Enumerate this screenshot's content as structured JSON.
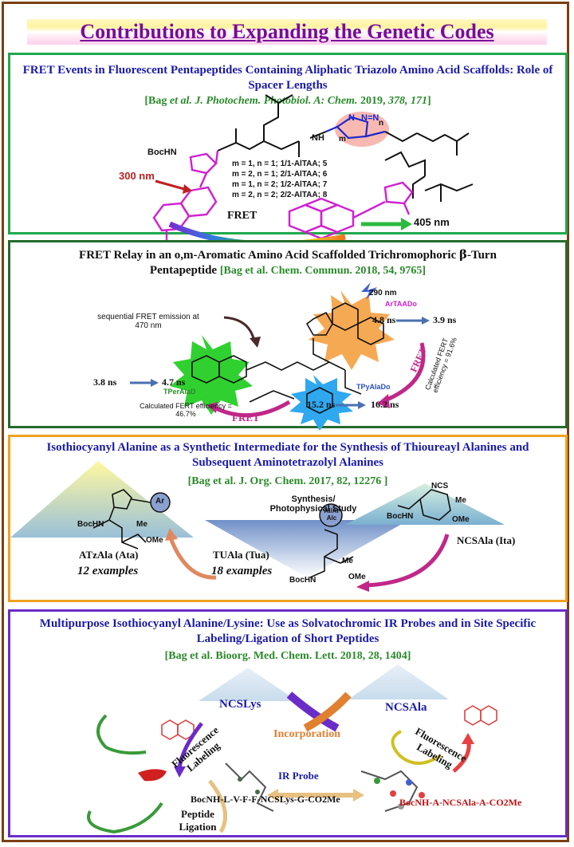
{
  "main_title": "Contributions to Expanding the Genetic Codes",
  "panel1": {
    "title": "FRET Events in Fluorescent Pentapeptides  Containing Aliphatic Triazolo Amino Acid Scaffolds: Role of Spacer Lengths",
    "ref_open": "[Bag ",
    "ref_etal": "et al",
    "ref_journal": ". J. Photochem. Photobiol. A: Chem.",
    "ref_year": " 2019, ",
    "ref_vol": "378, 171",
    "ref_close": "]",
    "boc_label": "BocHN",
    "series": [
      "m = 1, n = 1; 1/1-AlTAA; 5",
      "m = 2, n = 1; 2/1-AlTAA; 6",
      "m = 1, n = 2; 1/2-AlTAA; 7",
      "m = 2, n = 2; 2/2-AlTAA; 8"
    ],
    "nm300": "300 nm",
    "nm405": "405 nm",
    "fret": "FRET",
    "m_label": "m",
    "n_label": "n",
    "nh": "NH"
  },
  "panel2": {
    "title_a": "FRET Relay in an o,m-Aromatic Amino Acid Scaffolded Trichromophoric ",
    "beta": "β",
    "title_b": "-Turn",
    "title_c": "Pentapeptide",
    "ref": "[Bag et al. Chem. Commun. 2018, 54, 9765]",
    "nm290": "290 nm",
    "sequential": "sequential FRET emission at 470 nm",
    "t48": "4.8 ns",
    "t39": "3.9 ns",
    "t38": "3.8 ns",
    "t47": "4.7 ns",
    "t152": "15.2 ns",
    "t162": "16.2 ns",
    "calc_left": "Calculated FERT efficiency = 46.7%",
    "calc_right": "Calculated FERT efficiency = 91.6%",
    "fret": "FRET",
    "label_artaa": "ArTAADo",
    "label_tper": "TPerAlaD",
    "label_tpy": "TPyAlaDo"
  },
  "panel3": {
    "title": "Isothiocyanyl Alanine as a Synthetic Intermediate  for the Synthesis of Thioureayl Alanines and Subsequent Aminotetrazolyl Alanines",
    "ref": "[Bag et al. J. Org. Chem. 2017, 82, 12276 ]",
    "ata": "ATzAla (Ata)",
    "ata_ex": "12 examples",
    "tua": "TUAla (Tua)",
    "tua_ex": "18 examples",
    "ita": "NCSAla (Ita)",
    "synthesis": "Synthesis/ Photophysical  Study",
    "ar": "Ar",
    "alar": "Al/Ar Alc",
    "bochn": "BocHN",
    "me": "Me",
    "ome": "OMe",
    "ncs": "NCS"
  },
  "panel4": {
    "title": "Multipurpose  Isothiocyanyl Alanine/Lysine:  Use as Solvatochromic IR Probes and in Site Specific Labeling/Ligation  of Short Peptides",
    "ref": "[Bag et al. Bioorg. Med. Chem. Lett. 2018, 28, 1404]",
    "ncs_lys": "NCSLys",
    "ncs_ala": "NCSAla",
    "incorporation": "Incorporation",
    "ir_probe": "IR Probe",
    "fluor_left": "Fluorescence Labeling",
    "fluor_right": "Fluorescence Labeling",
    "peptide_lig": "Peptide Ligation",
    "seq_left": "BocNH-L-V-F-F-NCSLys-G-CO2Me",
    "seq_right": "BocNH-A-NCSAla-A-CO2Me"
  }
}
